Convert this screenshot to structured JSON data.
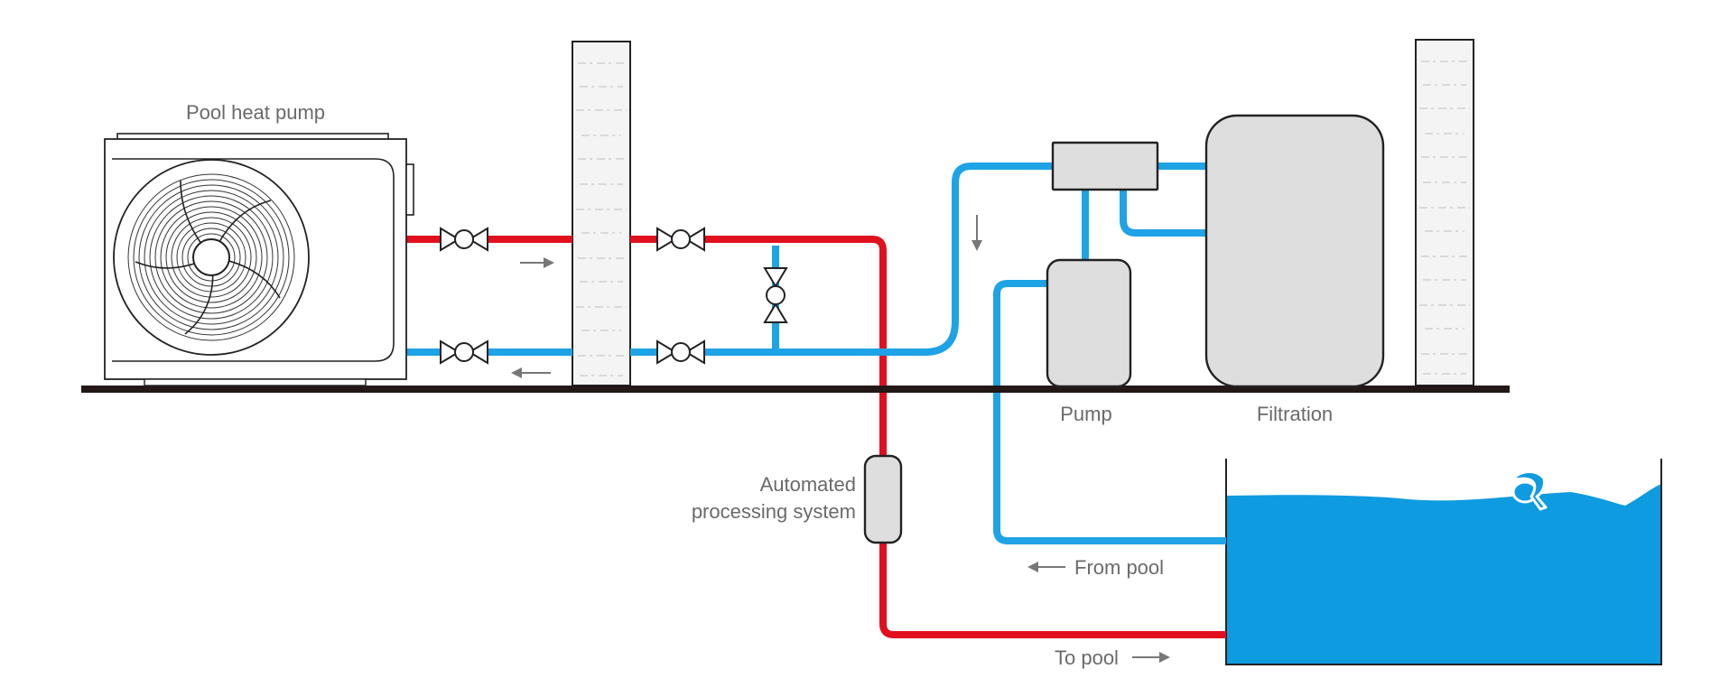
{
  "labels": {
    "heat_pump": "Pool heat pump",
    "pump": "Pump",
    "filtration": "Filtration",
    "processing_line1": "Automated",
    "processing_line2": "processing system",
    "from_pool": "From pool",
    "to_pool": "To pool"
  },
  "colors": {
    "hot_pipe": "#e0101e",
    "cold_pipe": "#1ea3e6",
    "pool_water": "#0f9be0",
    "floor": "#231815",
    "equipment_fill": "#dedede",
    "label_text": "#6a6a6a",
    "flow_arrow": "#777777"
  },
  "icons": {
    "heat_pump_fan": "fan-icon",
    "valve": "butterfly-valve-icon",
    "swimmer": "swimmer-icon",
    "flow_arrow": "arrow-icon"
  }
}
